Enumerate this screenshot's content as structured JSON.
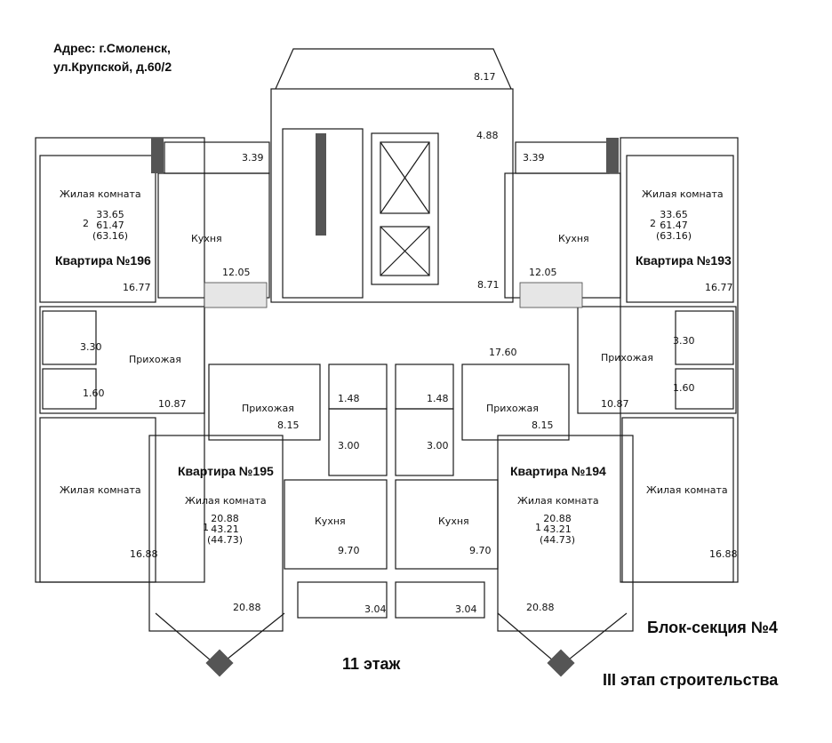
{
  "address": {
    "line1": "Адрес: г.Смоленск,",
    "line2": "ул.Крупской, д.60/2"
  },
  "floor_label": "11 этаж",
  "block_label": "Блок-секция №4",
  "stage_label": "III этап строительства",
  "apartments": {
    "a196": {
      "title": "Квартира №196",
      "living": "Жилая комната",
      "rooms": "2",
      "living_area": "33.65",
      "total": "61.47",
      "total_full": "(63.16)",
      "kitchen": "Кухня",
      "kitchen_area": "12.05",
      "hall": "Прихожая",
      "hall_area": "10.87",
      "bath_area": "3.30",
      "wc_area": "1.60",
      "loggia_area": "3.39",
      "room2": "Жилая комната",
      "room2_area": "16.88",
      "room1_area": "16.77"
    },
    "a193": {
      "title": "Квартира №193",
      "living": "Жилая комната",
      "rooms": "2",
      "living_area": "33.65",
      "total": "61.47",
      "total_full": "(63.16)",
      "kitchen": "Кухня",
      "kitchen_area": "12.05",
      "hall": "Прихожая",
      "hall_area": "10.87",
      "bath_area": "3.30",
      "wc_area": "1.60",
      "loggia_area": "3.39",
      "room2": "Жилая комната",
      "room2_area": "16.88",
      "room1_area": "16.77"
    },
    "a195": {
      "title": "Квартира №195",
      "living": "Жилая комната",
      "rooms": "1",
      "living_area": "20.88",
      "total": "43.21",
      "total_full": "(44.73)",
      "kitchen": "Кухня",
      "kitchen_area": "9.70",
      "hall": "Прихожая",
      "hall_area": "8.15",
      "bath_area": "3.00",
      "wc_area": "1.48",
      "room_area": "20.88",
      "loggia_area": "3.04"
    },
    "a194": {
      "title": "Квартира №194",
      "living": "Жилая комната",
      "rooms": "1",
      "living_area": "20.88",
      "total": "43.21",
      "total_full": "(44.73)",
      "kitchen": "Кухня",
      "kitchen_area": "9.70",
      "hall": "Прихожая",
      "hall_area": "8.15",
      "bath_area": "3.00",
      "wc_area": "1.48",
      "room_area": "20.88",
      "loggia_area": "3.04"
    }
  },
  "common": {
    "top_area": "8.17",
    "lift_hall_area": "4.88",
    "stair_area": "8.71",
    "corridor_area": "17.60"
  }
}
